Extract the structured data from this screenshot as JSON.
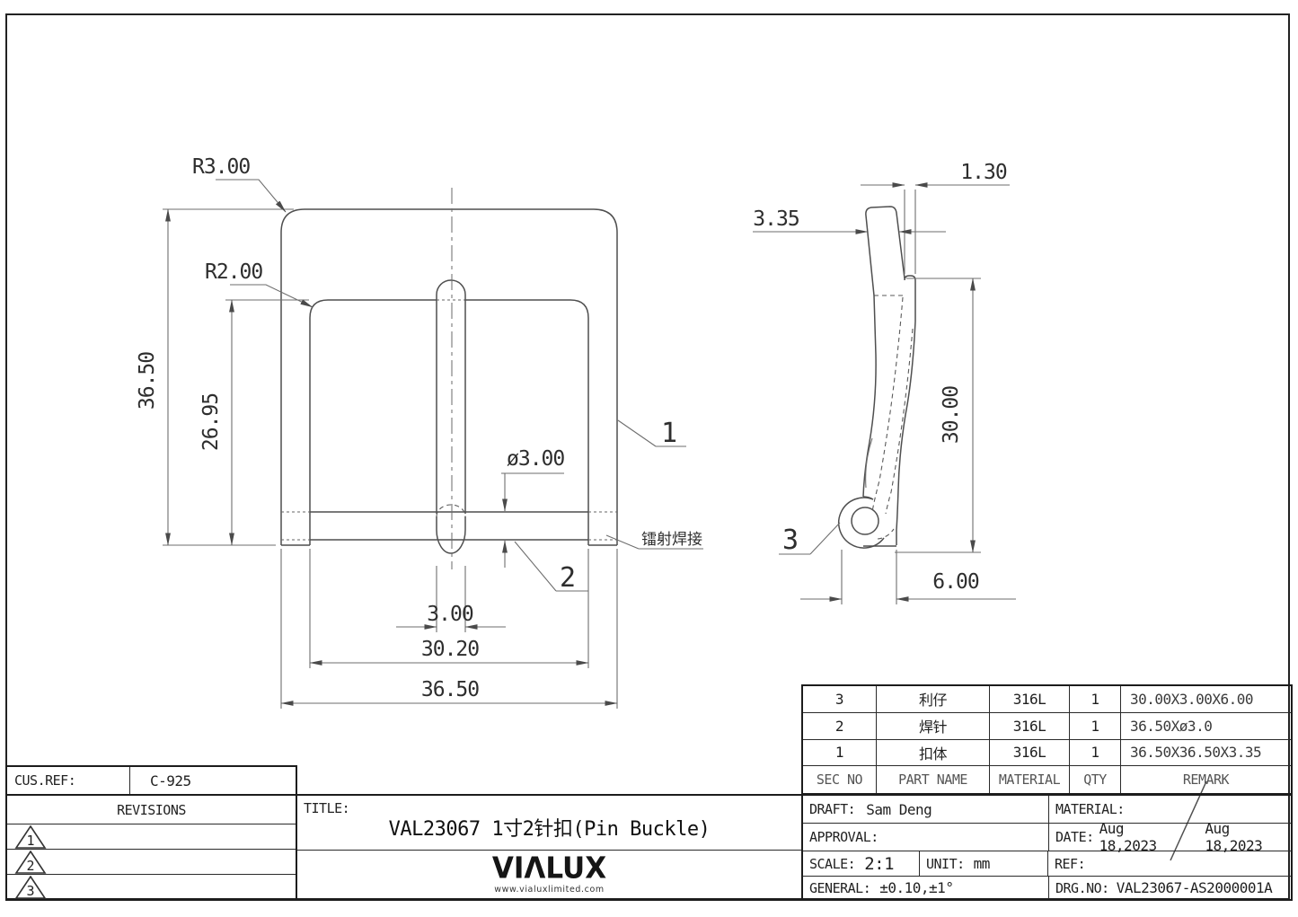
{
  "views": {
    "front": {
      "dim_r3": "R3.00",
      "dim_r2": "R2.00",
      "dim_height_outer": "36.50",
      "dim_height_inner": "26.95",
      "dim_pin_dia": "ø3.00",
      "dim_pin_width": "3.00",
      "dim_width_inner": "30.20",
      "dim_width_outer": "36.50",
      "weld_note": "镭射焊接",
      "balloon_frame": "1",
      "balloon_pin": "2"
    },
    "side": {
      "dim_pin_thickness": "1.30",
      "dim_frame_thickness": "3.35",
      "dim_height": "30.00",
      "dim_keeper_width": "6.00",
      "balloon_keeper": "3"
    }
  },
  "parts_table": {
    "headers": {
      "sec_no": "SEC NO",
      "part_name": "PART NAME",
      "material": "MATERIAL",
      "qty": "QTY",
      "remark": "REMARK"
    },
    "rows": [
      {
        "sec_no": "3",
        "part_name": "利仔",
        "material": "316L",
        "qty": "1",
        "remark": "30.00X3.00X6.00"
      },
      {
        "sec_no": "2",
        "part_name": "焊针",
        "material": "316L",
        "qty": "1",
        "remark": "36.50Xø3.0"
      },
      {
        "sec_no": "1",
        "part_name": "扣体",
        "material": "316L",
        "qty": "1",
        "remark": "36.50X36.50X3.35"
      }
    ]
  },
  "cus_ref": {
    "label": "CUS.REF:",
    "value": "C-925"
  },
  "revisions": {
    "header": "REVISIONS",
    "rows": [
      {
        "num": "1"
      },
      {
        "num": "2"
      },
      {
        "num": "3"
      }
    ]
  },
  "title_block": {
    "title_label": "TITLE:",
    "title_value": "VAL23067  1寸2针扣(Pin Buckle)",
    "draft_label": "DRAFT:",
    "draft_value": "Sam Deng",
    "approval_label": "APPROVAL:",
    "scale_label": "SCALE:",
    "scale_value": "2:1",
    "unit_label": "UNIT:",
    "unit_value": "mm",
    "general_label": "GENERAL:",
    "general_value": "±0.10,±1°",
    "material_label": "MATERIAL:",
    "date_label": "DATE:",
    "date_value_1": "Aug 18,2023",
    "date_value_2": "Aug 18,2023",
    "ref_label": "REF:",
    "drg_no_label": "DRG.NO:",
    "drg_no_value": "VAL23067-AS2000001A"
  },
  "brand": {
    "logo": "VIΛLUX",
    "website": "www.vialuxlimited.com"
  }
}
